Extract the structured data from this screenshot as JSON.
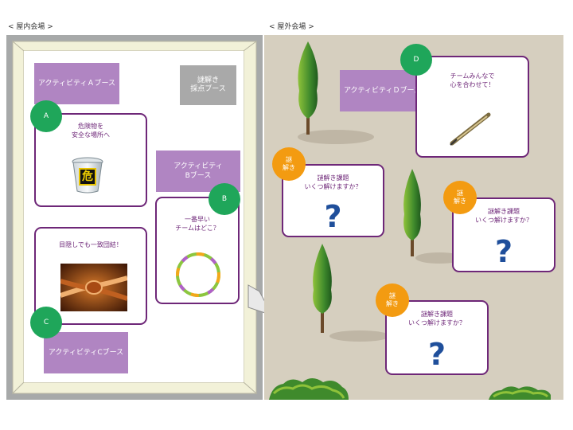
{
  "sections": {
    "indoor_label": "< 屋内会場 >",
    "outdoor_label": "< 屋外会場 >"
  },
  "indoor": {
    "booth_a": "アクティビティＡブース",
    "scoring_booth": "謎解き\n採点ブース",
    "booth_b": "アクティビティ\nBブース",
    "booth_c": "アクティビティCブース",
    "card_a": {
      "badge": "A",
      "text": "危険物を\n安全な場所へ",
      "icon": "trash-can-danger-icon",
      "icon_glyph": "危"
    },
    "card_b": {
      "badge": "B",
      "text": "一番早い\nチームはどこ？",
      "icon": "hula-hoop-icon"
    },
    "card_c": {
      "badge": "C",
      "text": "目隠しでも一致団結！",
      "icon": "rope-knot-image"
    }
  },
  "outdoor": {
    "booth_d": "アクティビティＤブース",
    "card_d": {
      "badge": "D",
      "text": "チームみんなで\n心を合わせて！",
      "icon": "pen-icon"
    },
    "riddles": [
      {
        "badge": "謎\n解き",
        "text": "謎解き課題\nいくつ解けますか？",
        "mark": "?"
      },
      {
        "badge": "謎\n解き",
        "text": "謎解き課題\nいくつ解けますか？",
        "mark": "?"
      },
      {
        "badge": "謎\n解き",
        "text": "謎解き課題\nいくつ解けますか？",
        "mark": "?"
      }
    ]
  },
  "colors": {
    "booth_purple": "#b085c2",
    "card_border": "#6e2778",
    "badge_green": "#1fa65a",
    "badge_orange": "#f39b11",
    "question_blue": "#1f4f9b",
    "outdoor_ground": "#d6cfbf",
    "indoor_wall": "#a7a9a9",
    "indoor_trim": "#f2f1d8"
  }
}
